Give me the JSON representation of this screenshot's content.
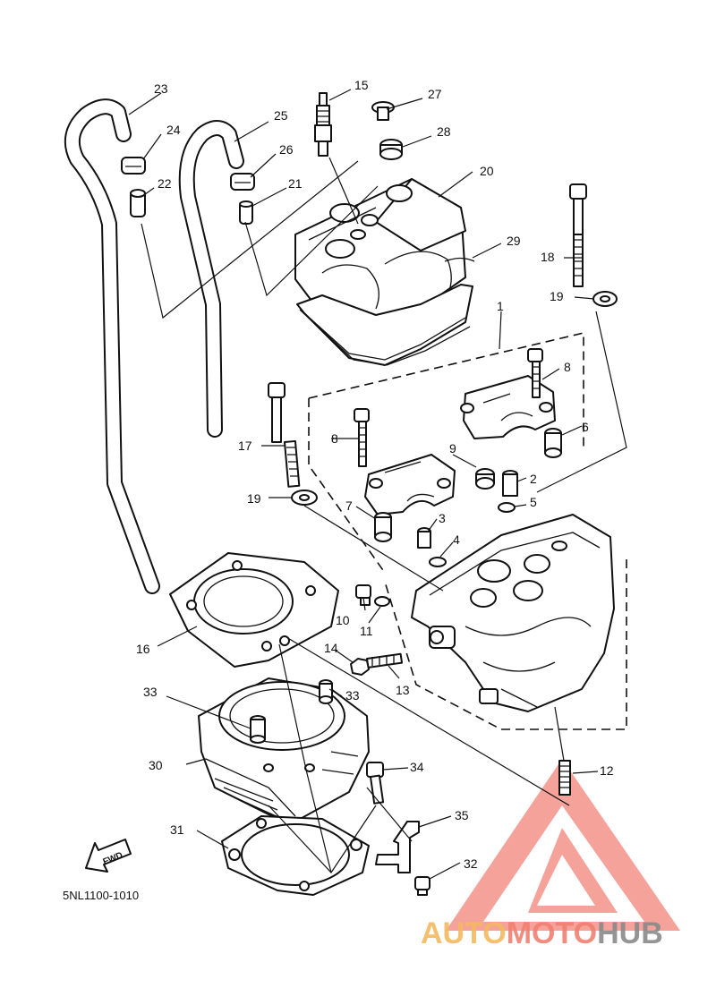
{
  "diagram": {
    "code": "5NL1100-1010",
    "fwd_label": "FWD",
    "callouts": [
      "1",
      "2",
      "3",
      "4",
      "5",
      "6",
      "7",
      "8",
      "8",
      "9",
      "10",
      "11",
      "12",
      "13",
      "14",
      "15",
      "16",
      "17",
      "18",
      "19",
      "19",
      "20",
      "21",
      "22",
      "23",
      "24",
      "25",
      "26",
      "27",
      "28",
      "29",
      "30",
      "31",
      "32",
      "33",
      "33",
      "34",
      "35"
    ]
  },
  "watermark": {
    "part1": "AUTO",
    "part2": "MOTO",
    "part3": "HUB",
    "color1": "#f4b860",
    "color2": "#f08070",
    "color3": "#8a8a8a",
    "logo_color": "#f08080"
  }
}
